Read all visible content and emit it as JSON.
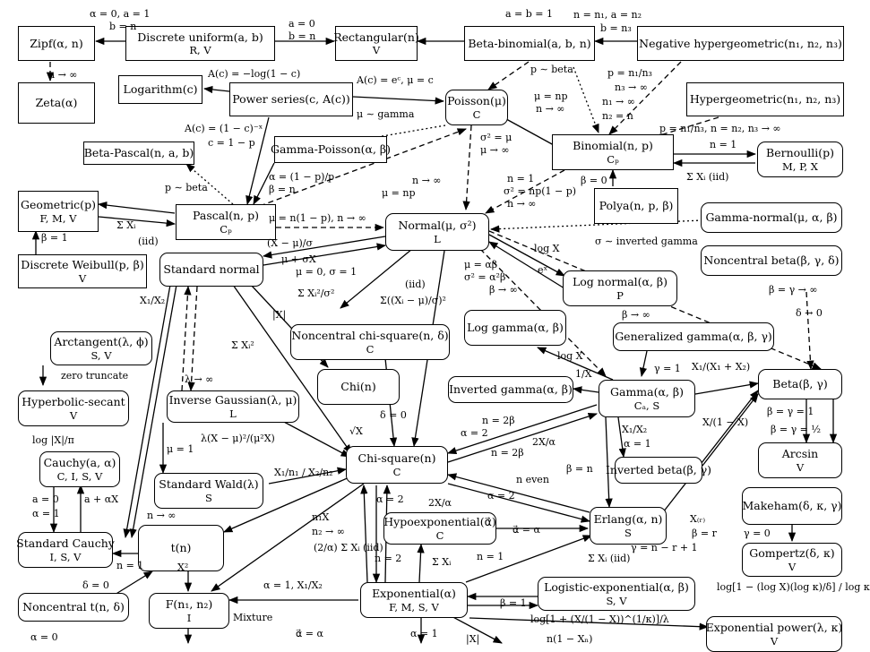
{
  "nodes": {
    "zipf": {
      "name": "Zipf(α, n)",
      "props": ""
    },
    "discrete_uniform": {
      "name": "Discrete uniform(a, b)",
      "props": "R, V"
    },
    "rectangular": {
      "name": "Rectangular(n)",
      "props": "V"
    },
    "beta_binomial": {
      "name": "Beta-binomial(a, b, n)",
      "props": ""
    },
    "neg_hypergeo": {
      "name": "Negative hypergeometric(n₁, n₂, n₃)",
      "props": ""
    },
    "zeta": {
      "name": "Zeta(α)",
      "props": ""
    },
    "logarithm": {
      "name": "Logarithm(c)",
      "props": ""
    },
    "power_series": {
      "name": "Power series(c, A(c))",
      "props": ""
    },
    "poisson": {
      "name": "Poisson(μ)",
      "props": "C"
    },
    "hypergeometric": {
      "name": "Hypergeometric(n₁, n₂, n₃)",
      "props": ""
    },
    "beta_pascal": {
      "name": "Beta-Pascal(n, a, b)",
      "props": ""
    },
    "gamma_poisson": {
      "name": "Gamma-Poisson(α, β)",
      "props": ""
    },
    "binomial": {
      "name": "Binomial(n, p)",
      "props": "Cₚ"
    },
    "bernoulli": {
      "name": "Bernoulli(p)",
      "props": "M, P, X"
    },
    "geometric": {
      "name": "Geometric(p)",
      "props": "F, M, V"
    },
    "pascal": {
      "name": "Pascal(n, p)",
      "props": "Cₚ"
    },
    "polya": {
      "name": "Polya(n, p, β)",
      "props": ""
    },
    "normal": {
      "name": "Normal(μ, σ²)",
      "props": "L"
    },
    "gamma_normal": {
      "name": "Gamma-normal(μ, α, β)",
      "props": ""
    },
    "discrete_weibull": {
      "name": "Discrete Weibull(p, β)",
      "props": "V"
    },
    "standard_normal": {
      "name": "Standard normal",
      "props": ""
    },
    "noncentral_beta": {
      "name": "Noncentral beta(β, γ, δ)",
      "props": ""
    },
    "log_normal": {
      "name": "Log normal(α, β)",
      "props": "P"
    },
    "arctangent": {
      "name": "Arctangent(λ, ϕ)",
      "props": "S, V"
    },
    "noncentral_chisq": {
      "name": "Noncentral chi-square(n, δ)",
      "props": "C"
    },
    "log_gamma": {
      "name": "Log gamma(α, β)",
      "props": ""
    },
    "generalized_gamma": {
      "name": "Generalized gamma(α, β, γ)",
      "props": ""
    },
    "chi": {
      "name": "Chi(n)",
      "props": ""
    },
    "inverted_gamma": {
      "name": "Inverted gamma(α, β)",
      "props": ""
    },
    "gamma": {
      "name": "Gamma(α, β)",
      "props": "Cₐ, S"
    },
    "beta": {
      "name": "Beta(β, γ)",
      "props": ""
    },
    "hyperbolic_secant": {
      "name": "Hyperbolic-secant",
      "props": "V"
    },
    "inverse_gaussian": {
      "name": "Inverse Gaussian(λ, μ)",
      "props": "L"
    },
    "cauchy": {
      "name": "Cauchy(a, α)",
      "props": "C, I, S, V"
    },
    "chi_square": {
      "name": "Chi-square(n)",
      "props": "C"
    },
    "inverted_beta": {
      "name": "Inverted beta(β, γ)",
      "props": ""
    },
    "arcsin": {
      "name": "Arcsin",
      "props": "V"
    },
    "standard_wald": {
      "name": "Standard Wald(λ)",
      "props": "S"
    },
    "makeham": {
      "name": "Makeham(δ, κ, γ)",
      "props": ""
    },
    "hypoexponential": {
      "name": "Hypoexponential(α⃗)",
      "props": "C"
    },
    "erlang": {
      "name": "Erlang(α, n)",
      "props": "S"
    },
    "standard_cauchy": {
      "name": "Standard Cauchy",
      "props": "I, S, V"
    },
    "t": {
      "name": "t(n)",
      "props": ""
    },
    "gompertz": {
      "name": "Gompertz(δ, κ)",
      "props": "V"
    },
    "logistic_exponential": {
      "name": "Logistic-exponential(α, β)",
      "props": "S, V"
    },
    "noncentral_t": {
      "name": "Noncentral t(n, δ)",
      "props": ""
    },
    "f": {
      "name": "F(n₁, n₂)",
      "props": "I"
    },
    "exponential": {
      "name": "Exponential(α)",
      "props": "F, M, S, V"
    },
    "exponential_power": {
      "name": "Exponential power(λ, κ)",
      "props": "V"
    }
  },
  "labels": [
    "α = 0, a = 1",
    "b = n",
    "a = 0",
    "b = n",
    "a = b = 1",
    "n = n₁, a = n₂",
    "b = n₃",
    "n → ∞",
    "A(c) = −log(1 − c)",
    "A(c) = eᶜ, μ = c",
    "p ∼ beta",
    "p = n₁/n₃",
    "n₃ → ∞",
    "n₁ → ∞",
    "n₂ = n",
    "μ ∼ gamma",
    "μ = np",
    "n → ∞",
    "A(c) = (1 − c)⁻ˣ",
    "c = 1 − p",
    "p = n₁/n₃, n = n₂, n₃ → ∞",
    "σ² = μ",
    "μ → ∞",
    "n = 1",
    "α = (1 − p)/p",
    "β = n",
    "p ∼ beta",
    "n → ∞",
    "n = 1",
    "μ = np",
    "σ² = np(1 − p)",
    "n → ∞",
    "β = 0",
    "Σ Xᵢ (iid)",
    "Σ Xᵢ",
    "(iid)",
    "μ = n(1 − p), n → ∞",
    "β = 1",
    "(X − μ)/σ",
    "μ + σX",
    "μ = 0, σ = 1",
    "log X",
    "eˣ",
    "σ ∼ inverted gamma",
    "μ = αβ",
    "σ² = α²β",
    "β → ∞",
    "β = γ → ∞",
    "δ → 0",
    "X₁/X₂",
    "Σ Xᵢ²/σ²",
    "Σ((Xᵢ − μ)/σ)²",
    "(iid)",
    "|X|",
    "Σ Xᵢ²",
    "β → ∞",
    "zero truncate",
    "log X",
    "1/X",
    "γ = 1",
    "X₁/(X₁ + X₂)",
    "λ → ∞",
    "δ = 0",
    "log |X|/π",
    "λ(X − μ)²/(μ²X)",
    "n = 2β",
    "√X",
    "α = 2",
    "n = 2β",
    "2X/α",
    "X₁/X₂",
    "α = 1",
    "X/(1 − X)",
    "β = γ = 1",
    "β = γ = ½",
    "μ = 1",
    "a = 0",
    "α = 1",
    "a + αX",
    "X₁/n₁ / X₂/n₂",
    "β = n",
    "n even",
    "α = 2",
    "2X/α",
    "α = 2",
    "α⃗ = α",
    "X₍ᵣ₎",
    "β = r",
    "γ = n − r + 1",
    "γ = 0",
    "n → ∞",
    "n₁X",
    "n₂ → ∞",
    "(2/α) Σ Xᵢ (iid)",
    "n = 2",
    "Σ Xᵢ",
    "n = 1",
    "Σ Xᵢ (iid)",
    "n = 1",
    "X²",
    "δ = 0",
    "α = 1, X₁/X₂",
    "Mixture",
    "β = 1",
    "log[1 + (X/(1 − X))^(1/κ)]/λ",
    "log[1 − (log X)(log κ)/δ] / log κ",
    "α = 0",
    "α⃗ = α",
    "α = 1",
    "|X|",
    "n(1 − Xₙ)"
  ]
}
